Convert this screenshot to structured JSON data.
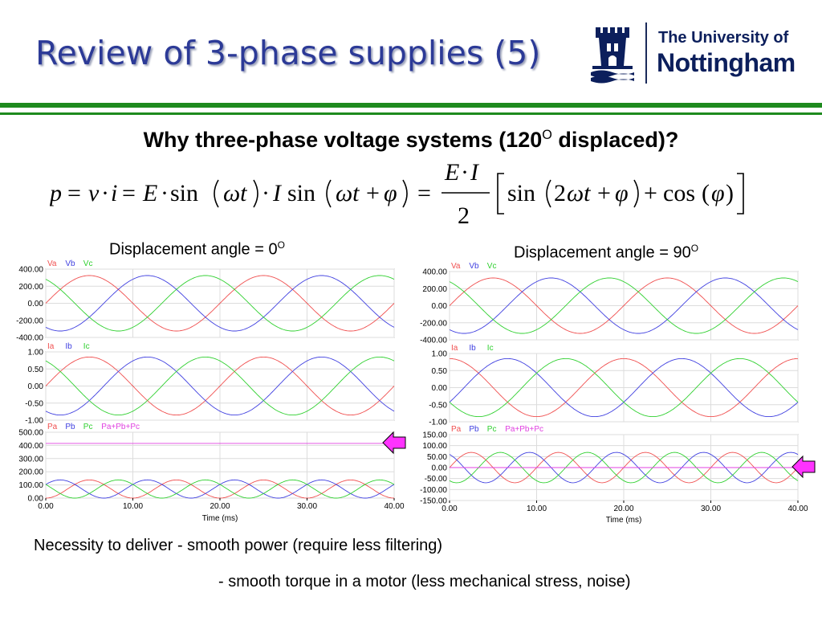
{
  "slide": {
    "title": "Review of 3-phase supplies (5)",
    "subtitle_pre": "Why three-phase voltage systems (120",
    "subtitle_sup": "O",
    "subtitle_post": " displaced)?",
    "note_line1": "Necessity to deliver - smooth power (require less filtering)",
    "note_line2": "- smooth torque in a motor (less mechanical stress, noise)"
  },
  "logo": {
    "line1": "The University of",
    "line2": "Nottingham"
  },
  "colors": {
    "title": "#2c3a97",
    "band_green": "#1e8a1e",
    "series_a": "#f05050",
    "series_b": "#4040e0",
    "series_c": "#30d030",
    "series_sum": "#e040e0",
    "arrow": "#ff33ff"
  },
  "equation": {
    "p": "p",
    "v": "v",
    "i": "i",
    "E": "E",
    "I": "I",
    "sin": "sin",
    "cos": "cos",
    "omega_t": "ωt",
    "phi": "φ",
    "two": "2",
    "dot": "·",
    "eq": "=",
    "plus": "+"
  },
  "panels": [
    {
      "label_pre": "Displacement angle = 0",
      "label_sup": "O",
      "xaxis": {
        "label": "Time (ms)",
        "ticks": [
          "0.00",
          "10.00",
          "20.00",
          "30.00",
          "40.00"
        ]
      }
    },
    {
      "label_pre": "Displacement angle = 90",
      "label_sup": "O",
      "xaxis": {
        "label": "Time (ms)",
        "ticks": [
          "0.00",
          "10.00",
          "20.00",
          "30.00",
          "40.00"
        ]
      }
    }
  ],
  "chart_data": [
    {
      "type": "line",
      "panel": 0,
      "subplot": "voltage",
      "x": [
        0,
        40
      ],
      "xlim": [
        0,
        40
      ],
      "ylim": [
        -400,
        400
      ],
      "yticks": [
        "400.00",
        "200.00",
        "0.00",
        "-200.00",
        "-400.00"
      ],
      "series": [
        {
          "name": "Va",
          "amplitude": 325,
          "frequency_hz": 50,
          "phase_deg": 0
        },
        {
          "name": "Vb",
          "amplitude": 325,
          "frequency_hz": 50,
          "phase_deg": -120
        },
        {
          "name": "Vc",
          "amplitude": 325,
          "frequency_hz": 50,
          "phase_deg": 120
        }
      ]
    },
    {
      "type": "line",
      "panel": 0,
      "subplot": "current",
      "x": [
        0,
        40
      ],
      "xlim": [
        0,
        40
      ],
      "ylim": [
        -1,
        1
      ],
      "yticks": [
        "1.00",
        "0.50",
        "0.00",
        "-0.50",
        "-1.00"
      ],
      "series": [
        {
          "name": "Ia",
          "amplitude": 0.85,
          "frequency_hz": 50,
          "phase_deg": 0
        },
        {
          "name": "Ib",
          "amplitude": 0.85,
          "frequency_hz": 50,
          "phase_deg": -120
        },
        {
          "name": "Ic",
          "amplitude": 0.85,
          "frequency_hz": 50,
          "phase_deg": 120
        }
      ]
    },
    {
      "type": "line",
      "panel": 0,
      "subplot": "power",
      "x": [
        0,
        40
      ],
      "xlim": [
        0,
        40
      ],
      "ylim": [
        0,
        500
      ],
      "yticks": [
        "500.00",
        "400.00",
        "300.00",
        "200.00",
        "100.00",
        "0.00"
      ],
      "series": [
        {
          "name": "Pa",
          "kind": "power",
          "index": 0
        },
        {
          "name": "Pb",
          "kind": "power",
          "index": 1
        },
        {
          "name": "Pc",
          "kind": "power",
          "index": 2
        },
        {
          "name": "Pa+Pb+Pc",
          "kind": "sum",
          "value": 415
        }
      ]
    },
    {
      "type": "line",
      "panel": 1,
      "subplot": "voltage",
      "x": [
        0,
        40
      ],
      "xlim": [
        0,
        40
      ],
      "ylim": [
        -400,
        400
      ],
      "yticks": [
        "400.00",
        "200.00",
        "0.00",
        "-200.00",
        "-400.00"
      ],
      "series": [
        {
          "name": "Va",
          "amplitude": 325,
          "frequency_hz": 50,
          "phase_deg": 0
        },
        {
          "name": "Vb",
          "amplitude": 325,
          "frequency_hz": 50,
          "phase_deg": -120
        },
        {
          "name": "Vc",
          "amplitude": 325,
          "frequency_hz": 50,
          "phase_deg": 120
        }
      ]
    },
    {
      "type": "line",
      "panel": 1,
      "subplot": "current",
      "x": [
        0,
        40
      ],
      "xlim": [
        0,
        40
      ],
      "ylim": [
        -1,
        1
      ],
      "yticks": [
        "1.00",
        "0.50",
        "0.00",
        "-0.50",
        "-1.00"
      ],
      "series": [
        {
          "name": "Ia",
          "amplitude": 0.85,
          "frequency_hz": 50,
          "phase_deg": 90
        },
        {
          "name": "Ib",
          "amplitude": 0.85,
          "frequency_hz": 50,
          "phase_deg": -30
        },
        {
          "name": "Ic",
          "amplitude": 0.85,
          "frequency_hz": 50,
          "phase_deg": 210
        }
      ]
    },
    {
      "type": "line",
      "panel": 1,
      "subplot": "power",
      "x": [
        0,
        40
      ],
      "xlim": [
        0,
        40
      ],
      "ylim": [
        -150,
        150
      ],
      "yticks": [
        "150.00",
        "100.00",
        "50.00",
        "0.00",
        "-50.00",
        "-100.00",
        "-150.00"
      ],
      "series": [
        {
          "name": "Pa",
          "kind": "power",
          "index": 0
        },
        {
          "name": "Pb",
          "kind": "power",
          "index": 1
        },
        {
          "name": "Pc",
          "kind": "power",
          "index": 2
        },
        {
          "name": "Pa+Pb+Pc",
          "kind": "sum",
          "value": 0
        }
      ]
    }
  ]
}
